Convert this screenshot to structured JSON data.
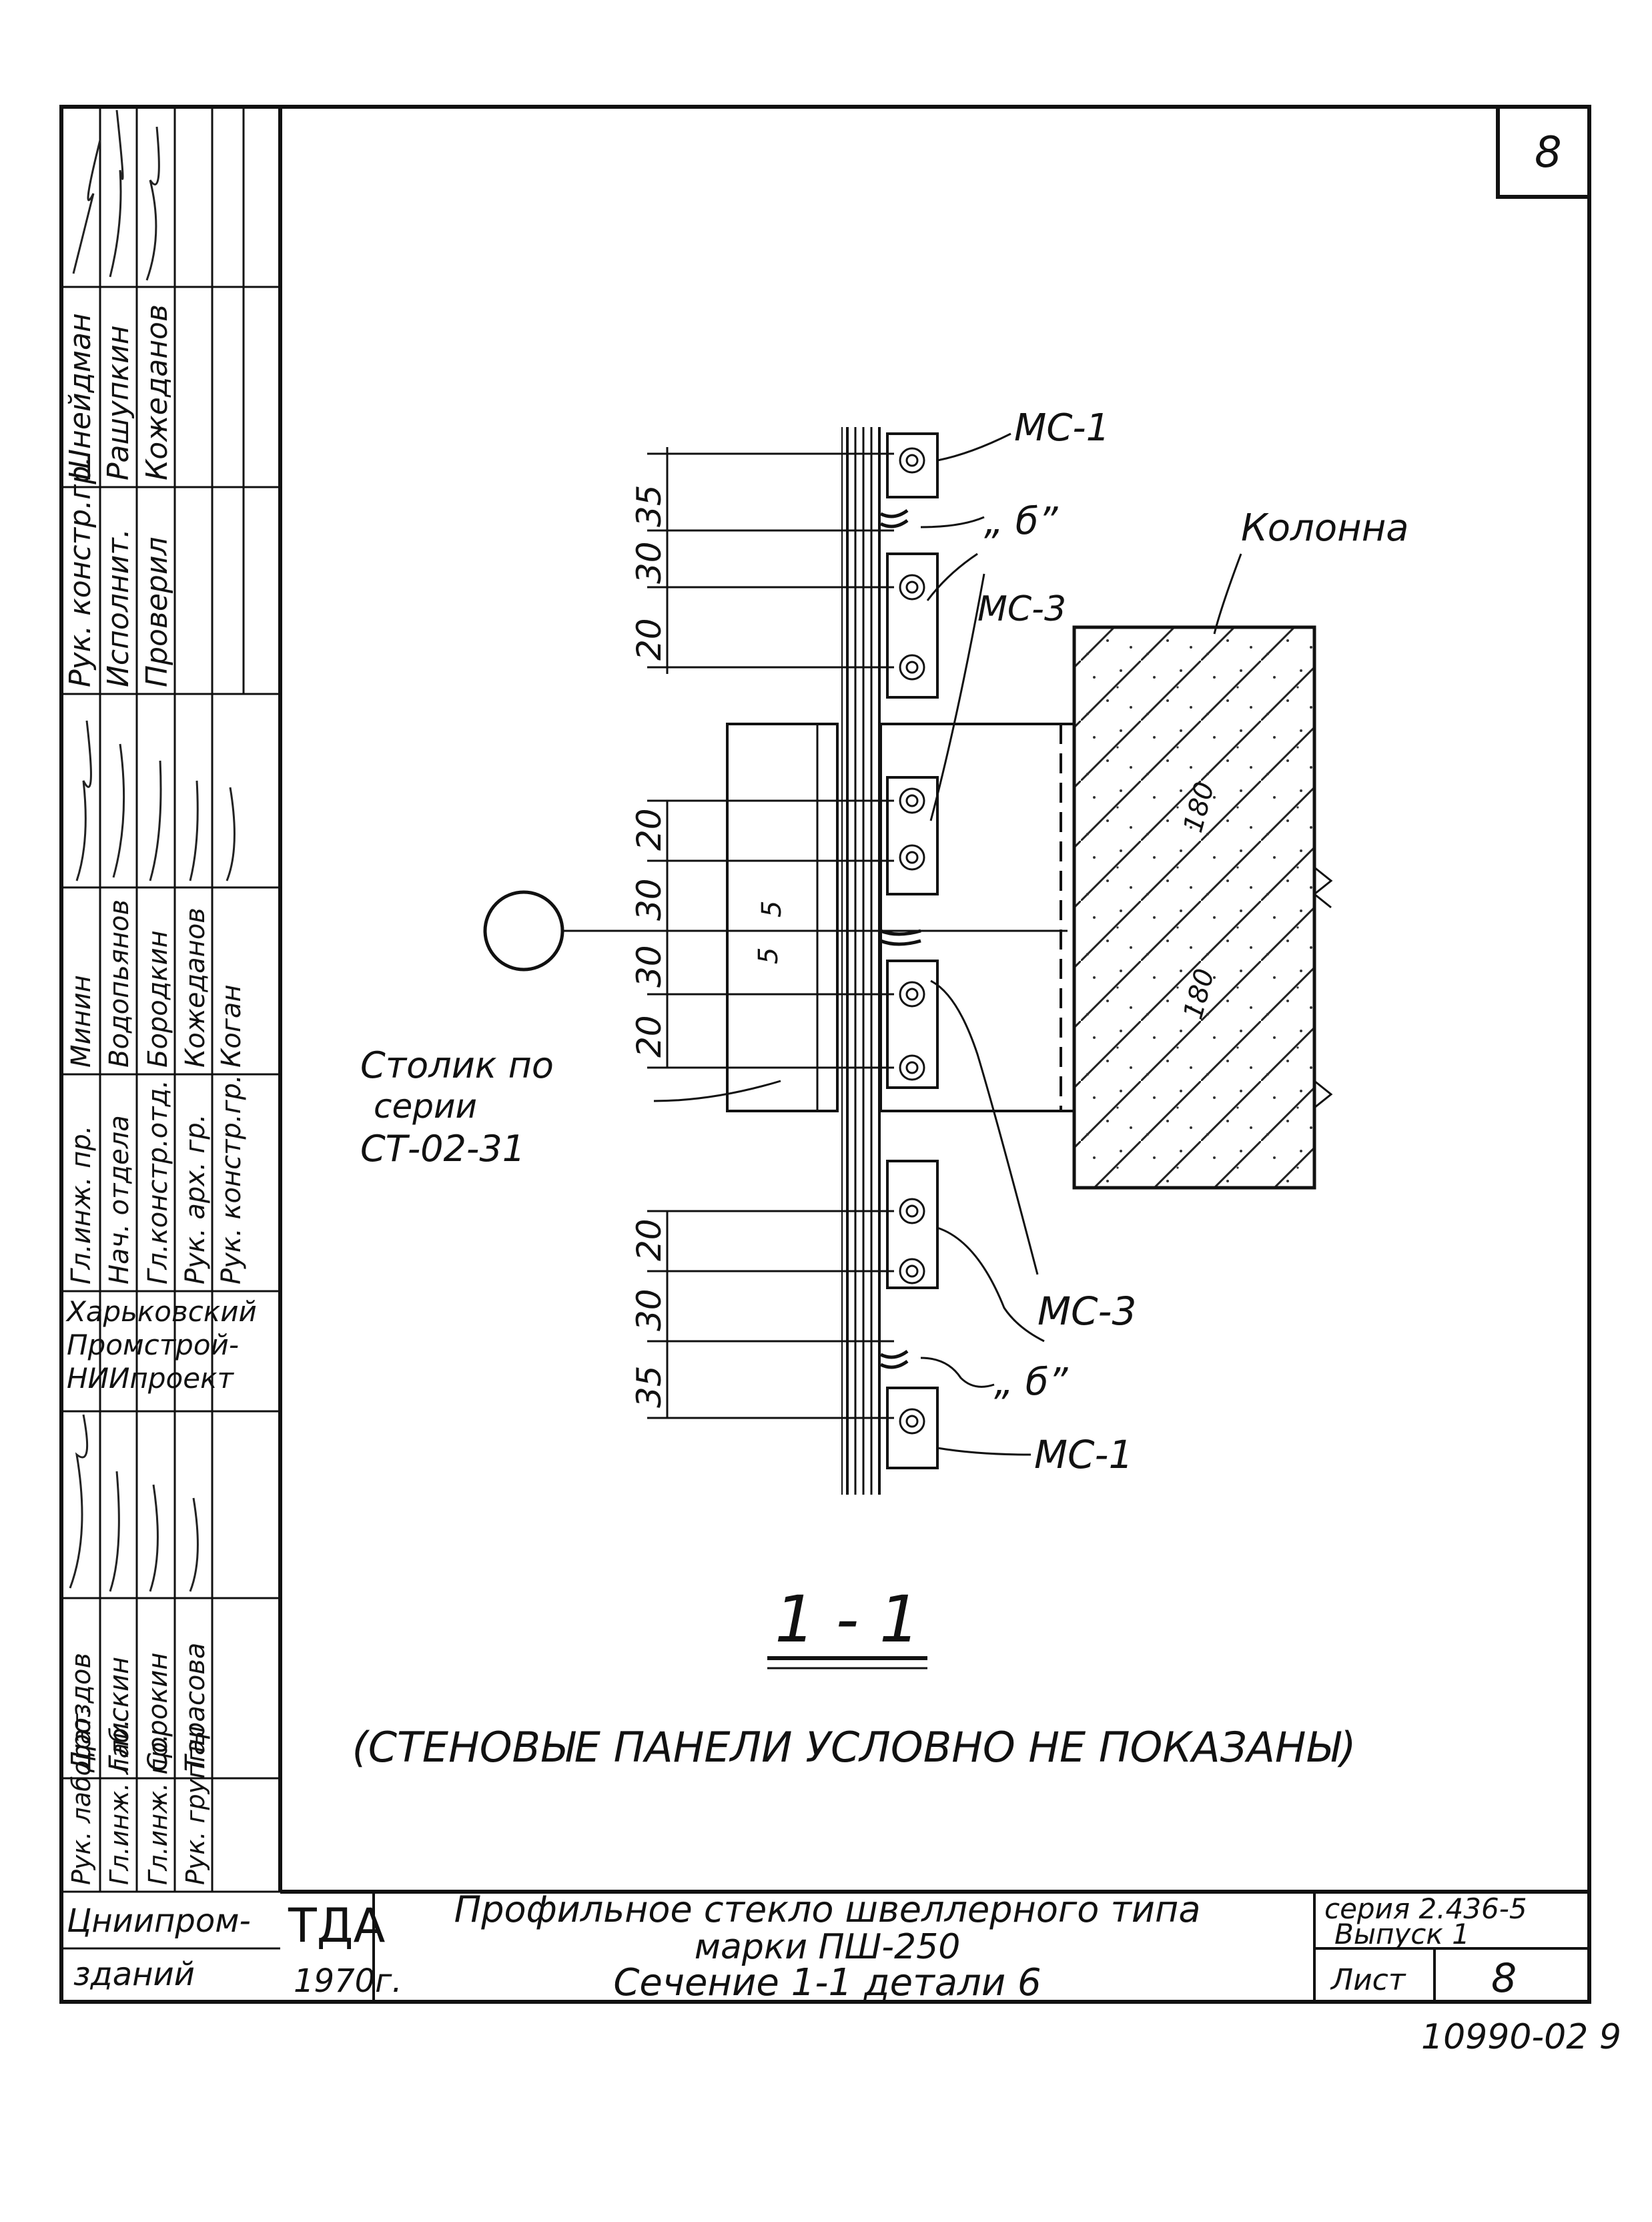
{
  "sheet": {
    "corner_number": "8",
    "bottom_code": "10990-02  9"
  },
  "left_stamp": {
    "col1": [
      "Рук. констр.гр.",
      "Исполнит.",
      "Проверил"
    ],
    "col2": [
      "Шнейдман",
      "Рашупкин",
      "Кожеданов"
    ],
    "col3": [
      "Гл.инж. пр.",
      "Нач. отдела",
      "Гл.констр.отд.",
      "Рук. арх. гр.",
      "Рук. констр.гр."
    ],
    "col4": [
      "Минин",
      "Водопьянов",
      "Бородкин",
      "Кожеданов",
      "Коган"
    ],
    "org": [
      "Харьковский",
      "Промстрой-",
      "НИИпроект"
    ],
    "col5": [
      "Рук. лаборат.",
      "Гл.инж. лаб.",
      "Гл.инж. пр.",
      "Рук. группы"
    ],
    "col6": [
      "Дроздов",
      "Глискин",
      "Сорокин",
      "Тарасова"
    ],
    "org2": [
      "Цниипром-",
      "зданий"
    ]
  },
  "drawing": {
    "labels": {
      "mc1_top": "МС-1",
      "b_top": "„ б”",
      "mc3_top": "МС-3",
      "column": "Колонна",
      "table_note": [
        "Столик по",
        "серии",
        "СТ-02-31"
      ],
      "mc3_bottom": "МС-3",
      "b_bottom": "„ б”",
      "mc1_bottom": "МС-1"
    },
    "dims_top": [
      "35",
      "30",
      "20"
    ],
    "dims_mid": [
      "20",
      "30",
      "30",
      "20"
    ],
    "dims_bottom": [
      "20",
      "30",
      "35"
    ],
    "small_dims": [
      "5",
      "5"
    ],
    "column_dims": [
      "180",
      "180"
    ],
    "section_title": "1 - 1",
    "section_note": "(СТЕНОВЫЕ ПАНЕЛИ УСЛОВНО НЕ ПОКАЗАНЫ)"
  },
  "title_block": {
    "mark": "ТДА",
    "year": "1970г.",
    "title_lines": [
      "Профильное стекло швеллерного типа",
      "марки ПШ-250",
      "Сечение 1-1 детали 6"
    ],
    "series": "серия 2.436-5",
    "issue": "Выпуск 1",
    "sheet_label": "Лист",
    "sheet_no": "8"
  }
}
